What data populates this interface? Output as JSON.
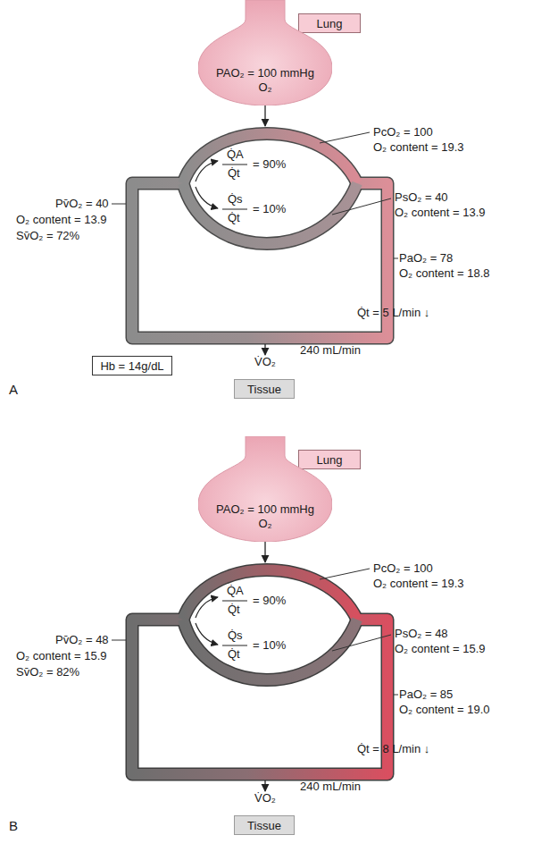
{
  "diagram": {
    "nodes": [
      {
        "text": [
          "Lung"
        ]
      },
      {
        "text": [
          "PAO₂ = 100 mmHg",
          "O₂"
        ]
      },
      {
        "text": [
          "Hb = 14g/dL"
        ]
      },
      {
        "text": [
          "Tissue"
        ]
      },
      {
        "text": [
          "Lung"
        ]
      },
      {
        "text": [
          "PAO₂ = 100 mmHg",
          "O₂"
        ]
      },
      {
        "text": [
          "Tissue"
        ]
      }
    ],
    "labels": [
      "PcO₂ = 100",
      "O₂ content = 19.3",
      "Q̇A",
      "Q̇t",
      "= 90%",
      "Pv̄O₂ = 40",
      "O₂ content = 13.9",
      "Sv̄O₂ = 72%",
      "Q̇s",
      "Q̇t",
      "= 10%",
      "PsO₂ = 40",
      "O₂ content = 13.9",
      "PaO₂ = 78",
      "O₂ content = 18.8",
      "Q̇t = 5 L/min ↓",
      "240 mL/min",
      "V̇O₂",
      "A",
      "PcO₂ = 100",
      "O₂ content = 19.3",
      "Q̇A",
      "Q̇t",
      "= 90%",
      "Pv̄O₂ = 48",
      "O₂ content = 15.9",
      "Sv̄O₂ = 82%",
      "Q̇s",
      "Q̇t",
      "= 10%",
      "PsO₂ = 48",
      "O₂ content = 15.9",
      "PaO₂ = 85",
      "O₂ content = 19.0",
      "Q̇t = 8 L/min ↓",
      "240 mL/min",
      "V̇O₂",
      "B"
    ]
  }
}
